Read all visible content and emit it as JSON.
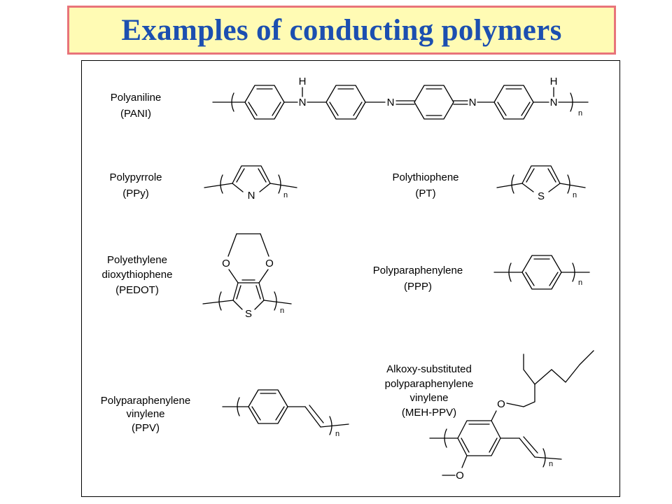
{
  "title": "Examples of conducting polymers",
  "polymers": {
    "pani": {
      "name": "Polyaniline",
      "abbr": "(PANI)"
    },
    "ppy": {
      "name": "Polypyrrole",
      "abbr": "(PPy)"
    },
    "pt": {
      "name": "Polythiophene",
      "abbr": "(PT)"
    },
    "pedot": {
      "name_line1": "Polyethylene",
      "name_line2": "dioxythiophene",
      "abbr": "(PEDOT)"
    },
    "ppp": {
      "name": "Polyparaphenylene",
      "abbr": "(PPP)"
    },
    "ppv": {
      "name_line1": "Polyparaphenylene",
      "name_line2": "vinylene",
      "abbr": "(PPV)"
    },
    "mehppv": {
      "name_line1": "Alkoxy-substituted",
      "name_line2": "polyparaphenylene",
      "name_line3": "vinylene",
      "abbr": "(MEH-PPV)"
    }
  },
  "atoms": {
    "h": "H",
    "n": "N",
    "s": "S",
    "o": "O",
    "repeat": "n"
  }
}
